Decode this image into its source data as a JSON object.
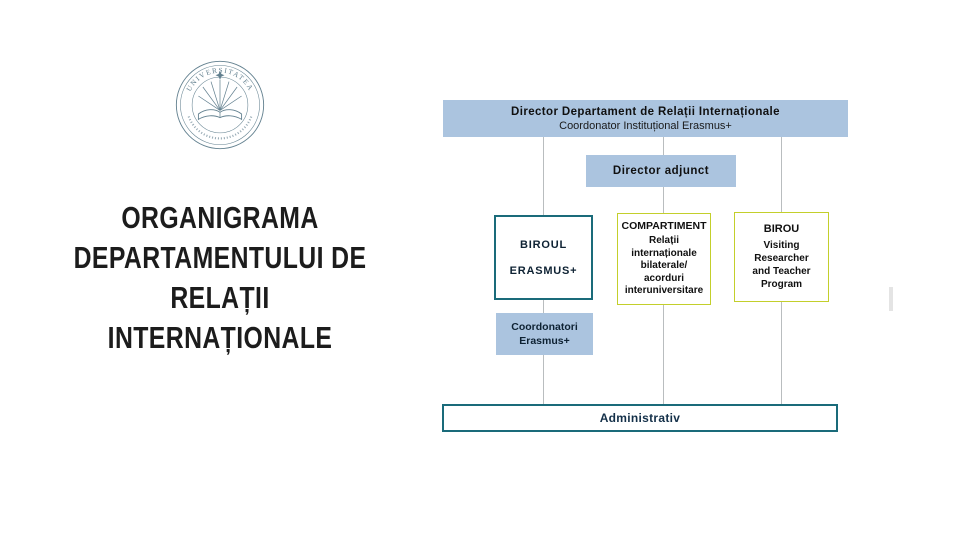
{
  "slide": {
    "title": {
      "lines": [
        "ORGANIGRAMA",
        "DEPARTAMENTULUI DE",
        "RELAȚII",
        "INTERNAȚIONALE"
      ]
    },
    "logo": {
      "arc_text": "UNIVERSITATEA"
    }
  },
  "org_chart": {
    "director": {
      "line1": "Director Departament de Relații Internaționale",
      "line2": "Coordonator Instituțional Erasmus+"
    },
    "adjunct": {
      "label": "Director adjunct"
    },
    "erasmus": {
      "line1": "BIROUL",
      "line2": "ERASMUS+"
    },
    "compartiment": {
      "title": "COMPARTIMENT",
      "line1": "Relații",
      "line2": "internaționale",
      "line3": "bilaterale/ acorduri",
      "line4": "interuniversitare"
    },
    "birou": {
      "title": "BIROU",
      "line1": "Visiting Researcher",
      "line2": "and Teacher",
      "line3": "Program"
    },
    "coordonatori": {
      "line1": "Coordonatori",
      "line2": "Erasmus+"
    },
    "administrativ": {
      "label": "Administrativ"
    }
  },
  "colors": {
    "fill_blue": "#abc4df",
    "border_teal": "#1a6b7a",
    "border_green": "#c3cf2b",
    "connector_gray": "#b9bdbf",
    "text_dark": "#101010"
  }
}
